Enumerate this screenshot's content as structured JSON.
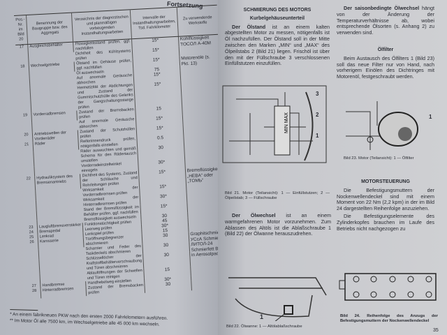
{
  "left": {
    "continued": "Fortsetzung",
    "headers": [
      "Pos.-Nr. im Bild 20",
      "Benennung der Baugruppe bzw. des Aggregats",
      "Verzeichnis der diagnostischen und planmäßigen vorbeugenden Instandhaltungsarbeiten",
      "Intervalle der Instandhaltungsarbeiten, Tsd. Fahrkilometer",
      "Zu verwendende Werkstoffe"
    ],
    "rows": [
      {
        "pos": "17",
        "name": "Ausgleichsbehälter",
        "material": "Kühlflüssigkeit TOCOЛ A-40M",
        "tasks": [
          {
            "task": "Flüssigkeitsstand prüfen, ggf. nachfüllen",
            "iv": "15*"
          },
          {
            "task": "Dichtheit des Kühlsystems prüfen",
            "iv": "15*"
          }
        ]
      },
      {
        "pos": "18",
        "name": "Wechselgetriebe",
        "material": "Motorenöle (s. Pkt. 13)",
        "tasks": [
          {
            "task": "Ölstand im Gehäuse prüfen, ggf. nachfüllen",
            "iv": "15*"
          },
          {
            "task": "Öl auswechseln",
            "iv": "75"
          },
          {
            "task": "Auf anormale Geräusche abhorchen",
            "iv": "15*"
          },
          {
            "task": "Hermetizität der Abdichtungen und Zustand der Gummischutzhülle des Gelenks der Gangschaltungsstange prüfen",
            "iv": "15*"
          }
        ]
      },
      {
        "pos": "19",
        "name": "Vorderradbremsen",
        "material": "",
        "tasks": [
          {
            "task": "Zustand der Bremsbacken prüfen",
            "iv": "15"
          },
          {
            "task": "Auf anormale Geräusche abhorchen",
            "iv": "15*"
          }
        ]
      },
      {
        "pos": "20",
        "name": "Antriebswellen der Vorderräder",
        "material": "",
        "tasks": [
          {
            "task": "Zustand der Schutzhüllen prüfen",
            "iv": "15*"
          }
        ]
      },
      {
        "pos": "21",
        "name": "Räder",
        "material": "",
        "tasks": [
          {
            "task": "Reifeninnendruck prüfen, nötigenfalls einstellen",
            "iv": "0.5"
          },
          {
            "task": "Räder auswuchten und gemäß Schema für den Rädertausch umstellen",
            "iv": "30"
          },
          {
            "task": "Vorderradeinstellwinkel einregeln",
            "iv": "30*"
          }
        ]
      },
      {
        "pos": "22",
        "name": "Hydrauliksystem des Bremsenantriebs",
        "material": "Bremsflüssigkeit „HEBA“ oder „TOMЬ“",
        "tasks": [
          {
            "task": "Dichtheit des Systems, Zustand der Schläuche und Rohrleitungen prüfen",
            "iv": "15*"
          },
          {
            "task": "Wirksamkeit der Vorderradbremsen prüfen",
            "iv": "15*"
          },
          {
            "task": "Wirksamkeit der Hinterradbremsen prüfen",
            "iv": "30*"
          },
          {
            "task": "Stand der Bremsflüssigkeit im Behälter prüfen, ggf. nachfüllen",
            "iv": "15*"
          },
          {
            "task": "Bremsflüssigkeit auswechseln",
            "iv": "30"
          }
        ]
      },
      {
        "pos": "23",
        "name": "Laugluftbremsverstärker",
        "material": "",
        "tasks": [
          {
            "task": "Funktionstüchtigkeit prüfen",
            "iv": "45"
          }
        ]
      },
      {
        "pos": "24",
        "name": "Bremspedal",
        "material": "",
        "tasks": [
          {
            "task": "Leerweg prüfen",
            "iv": "30*"
          }
        ]
      },
      {
        "pos": "25",
        "name": "Lenkrad",
        "material": "",
        "tasks": [
          {
            "task": "Lenkspiel prüfen",
            "iv": "15"
          }
        ]
      },
      {
        "pos": "26",
        "name": "Karosserie",
        "material": "Graphitschmierfett УСсА Schmierfett ЛИТОЛ-24 Schmierfett ВТВ-1 in Aerosolpackung",
        "tasks": [
          {
            "task": "Türöffnungsbegrenzer abschmieren",
            "iv": "30"
          },
          {
            "task": "Scharnier und Feder des Taskdeckels abschmieren",
            "iv": "30"
          },
          {
            "task": "Schlüssellöcher der Kraftstoffbehälterverschraubung und Türen abschmieren",
            "iv": "30"
          },
          {
            "task": "Ablauföffnungen der Schwellen und Türen reinigen",
            "iv": "15"
          }
        ]
      },
      {
        "pos": "27",
        "name": "Handbremse",
        "material": "",
        "tasks": [
          {
            "task": "Handhebelweg einstellen",
            "iv": "30*"
          }
        ]
      },
      {
        "pos": "28",
        "name": "Hinterradbremsen",
        "material": "",
        "tasks": [
          {
            "task": "Zustand der Bremsbacken prüfen",
            "iv": "30"
          }
        ]
      }
    ],
    "footnote1": "* An einem fabrikneuen PKW nach den ersten 2000 Fahrkilometern ausführen.",
    "footnote2": "** Im Motor Öl alle 7500 km, im Wechselgetriebe alle 45 000 km wechseln."
  },
  "right": {
    "h1": "SCHMIERUNG DES MOTORS",
    "h2": "Kurbelgehäuseunterteil",
    "p1_bold": "Der Ölstand",
    "p1": " ist an einem kalten abgestellten Motor zu messen, nötigenfalls ist Öl nachzufüllen. Der Ölstand soll in der Mitte zwischen den Marken „MIN“ und „MAX“ des Ölpeilstabs 2 (Bild 21) liegen. Frischöl ist über den mit der Füllschraube 3 verschlossenen Einfüllstutzen einzufüllen.",
    "fig21_labels": [
      "3",
      "2",
      "1"
    ],
    "fig21_marks": "MIN MAX",
    "fig21_caption": "Bild 21. Motor (Teilansicht): 1 — Einfüllstutzen; 2 — Ölpeilstab; 3 — Füllschraube",
    "p2_bold": "Der Ölwechsel",
    "p2": " ist an einem warmgefahrenen Motor vorzunehmen. Zum Ablassen des Altöls ist die Ablaßschraube 1 (Bild 22) der Ölwanne herauszudrehen.",
    "fig22_label": "1",
    "fig22_caption": "Bild 22. Ölwanne: 1 — Altölablaßschraube",
    "p3_bold": "Der saisonbedingte Ölwechsel",
    "p3": " hängt von der Änderung der Temperaturverhältnisse ab, wobei entsprechende Ölsorten (s. Anhang 2) zu verwenden sind.",
    "h3": "Ölfilter",
    "p4": "Beim Austausch des Ölfilters 1 (Bild 23) soll das neue Filter nur von Hand, nach vorherigem Einölen des Dichtringes mit Motorenöl, festgeschraubt werden.",
    "fig23_label": "1",
    "fig23_caption": "Bild 23. Motor (Teilansicht): 1 — Ölfilter",
    "h4": "MOTORSTEUERUNG",
    "p5": "Die Befestigungsmuttern der Nockenwellendeckel sind mit einem Moment von 22 Nm (2,2 kpm) in der im Bild 24 dargestellten Reihenfolge anzuziehen.",
    "p6": "Die Befestigungselemente des Zylinderkopfes brauchen im Laufe des Betriebs nicht nachgezogen zu",
    "fig24_caption": "Bild 24. Reihenfolge des Anzugs der Befestigungsmuttern der Nockenwellendeckel",
    "page_number": "35"
  }
}
